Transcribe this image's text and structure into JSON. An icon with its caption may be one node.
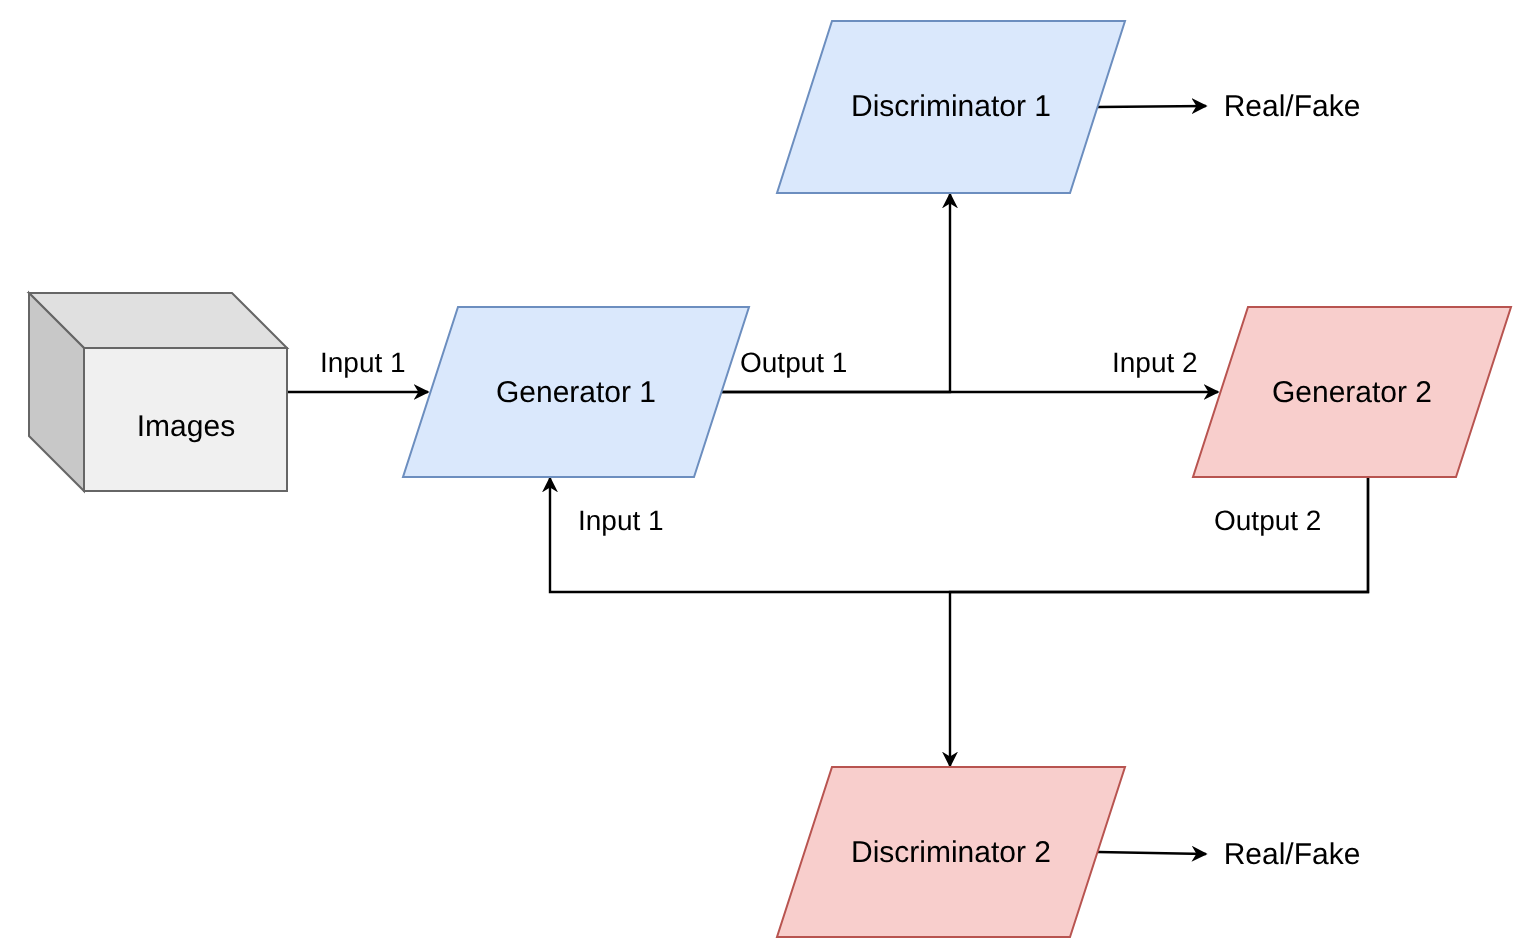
{
  "diagram": {
    "nodes": [
      {
        "text": [
          "Images"
        ]
      },
      {
        "text": [
          "Generator 1"
        ]
      },
      {
        "text": [
          "Discriminator 1"
        ]
      },
      {
        "text": [
          "Real/Fake"
        ]
      },
      {
        "text": [
          "Generator 2"
        ]
      },
      {
        "text": [
          "Discriminator 2"
        ]
      },
      {
        "text": [
          "Real/Fake"
        ]
      }
    ],
    "edges": [
      {
        "from": 0,
        "to": 1,
        "arrow": "to",
        "label": "Input 1"
      },
      {
        "from": 1,
        "to": 2,
        "arrow": "to"
      },
      {
        "from": 1,
        "to": 4,
        "arrow": "to"
      },
      {
        "from": 4,
        "to": 1,
        "arrow": "to"
      },
      {
        "from": 4,
        "to": 5,
        "arrow": "to"
      },
      {
        "from": 2,
        "to": 3,
        "arrow": "to"
      },
      {
        "from": 5,
        "to": 6,
        "arrow": "to"
      }
    ],
    "labels": [
      "Output 1",
      "Input 2",
      "Output 2",
      "Input 1"
    ]
  }
}
